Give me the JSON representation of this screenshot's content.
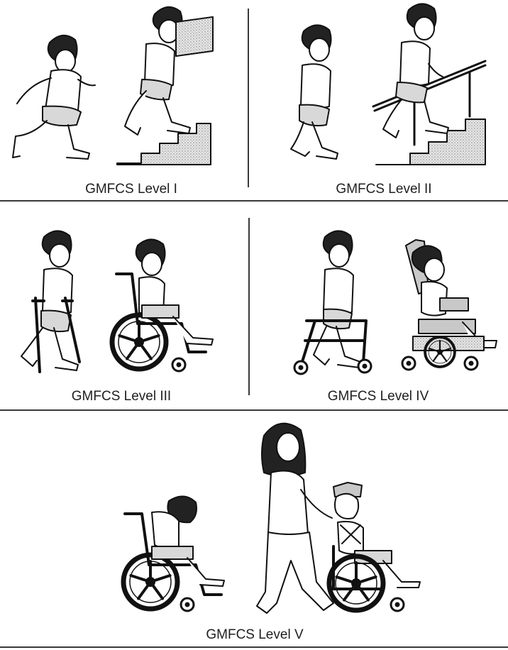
{
  "panels": [
    {
      "label": "GMFCS Level I"
    },
    {
      "label": "GMFCS Level II"
    },
    {
      "label": "GMFCS Level III"
    },
    {
      "label": "GMFCS Level IV"
    },
    {
      "label": "GMFCS Level V"
    }
  ]
}
